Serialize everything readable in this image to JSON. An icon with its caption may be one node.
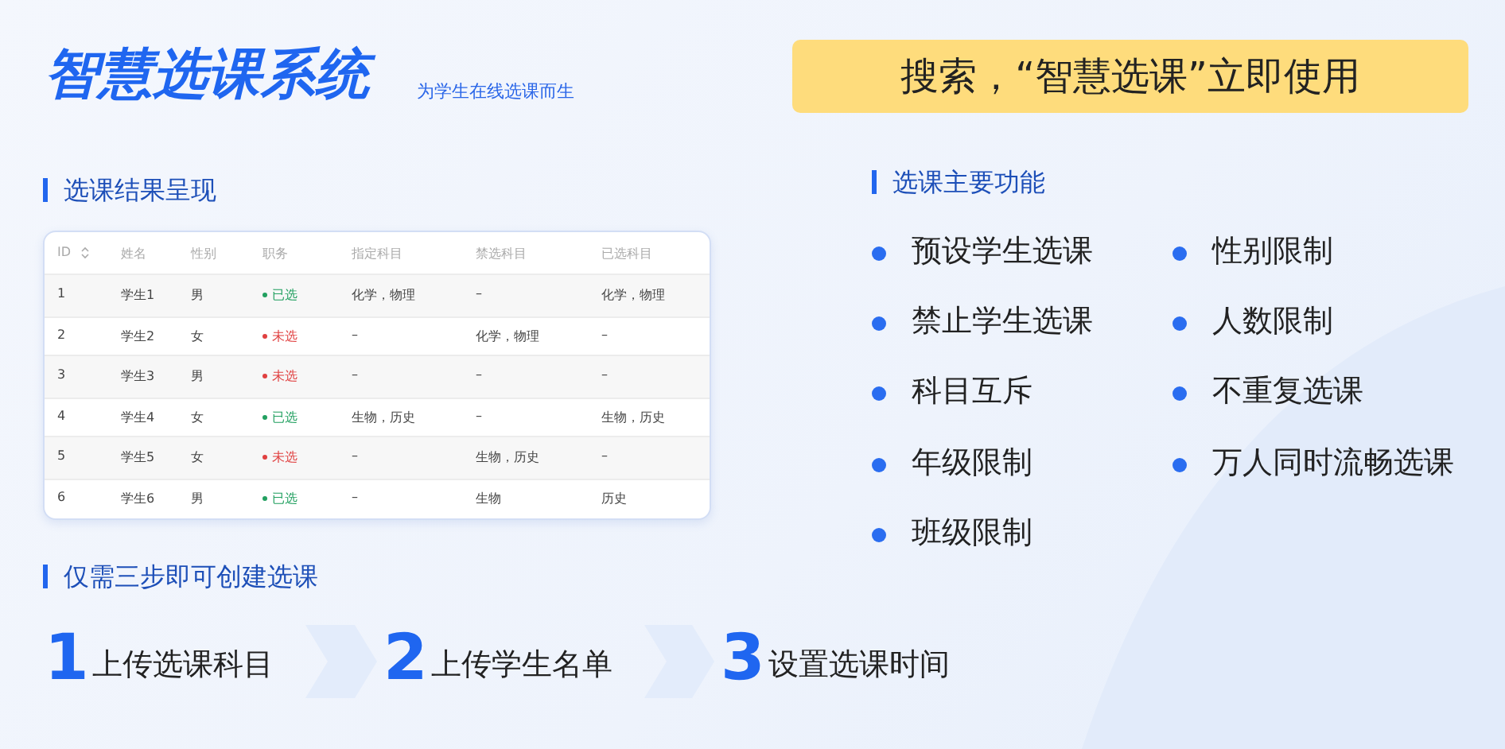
{
  "diagram": {
    "title": "智慧选课系统",
    "nodes": [
      {
        "text": [
          "搜索，“智慧选课”立即使用"
        ]
      },
      {
        "text": [
          "1",
          "上传选课科目"
        ]
      },
      {
        "text": [
          "2",
          "上传学生名单"
        ]
      },
      {
        "text": [
          "3",
          "设置选课时间"
        ]
      }
    ],
    "edges": [
      {
        "from": 1,
        "to": 2,
        "arrow": "to"
      },
      {
        "from": 2,
        "to": 3,
        "arrow": "to"
      }
    ],
    "labels": [
      "为学生在线选课而生",
      "选课结果呈现",
      "选课主要功能",
      "ID",
      "姓名",
      "性别",
      "职务",
      "指定科目",
      "禁选科目",
      "已选科目",
      "1",
      "学生1",
      "男",
      "已选",
      "化学，物理",
      "–",
      "化学，物理",
      "2",
      "学生2",
      "女",
      "未选",
      "–",
      "化学，物理",
      "–",
      "3",
      "学生3",
      "男",
      "未选",
      "–",
      "–",
      "–",
      "4",
      "学生4",
      "女",
      "已选",
      "生物，历史",
      "–",
      "生物，历史",
      "5",
      "学生5",
      "女",
      "未选",
      "–",
      "生物，历史",
      "–",
      "6",
      "学生6",
      "男",
      "已选",
      "–",
      "生物",
      "历史",
      "预设学生选课",
      "性别限制",
      "禁止学生选课",
      "人数限制",
      "科目互斥",
      "不重复选课",
      "年级限制",
      "万人同时流畅选课",
      "班级限制",
      "仅需三步即可创建选课"
    ]
  }
}
